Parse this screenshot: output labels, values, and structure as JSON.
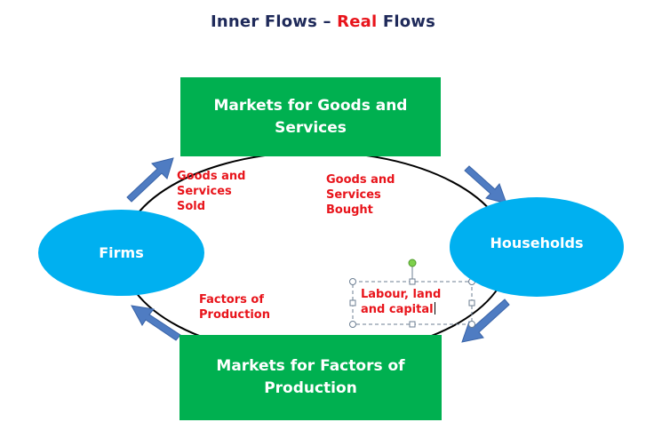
{
  "title": {
    "part1": "Inner Flows – ",
    "part2": "Real",
    "part3": " Flows"
  },
  "nodes": {
    "goods_market": "Markets for Goods and Services",
    "factor_market": "Markets for Factors of Production",
    "firms": "Firms",
    "households": "Households"
  },
  "flow_labels": {
    "goods_sold": "Goods and\nServices\nSold",
    "goods_bought": "Goods and\nServices\nBought",
    "factors": "Factors of\nProduction",
    "labour": "Labour, land\nand capital"
  },
  "colors": {
    "title": "#1f2a5a",
    "accent": "#e8141b",
    "box": "#00b050",
    "ellipse": "#00b0f0",
    "arrow": "#4f7cc2"
  }
}
